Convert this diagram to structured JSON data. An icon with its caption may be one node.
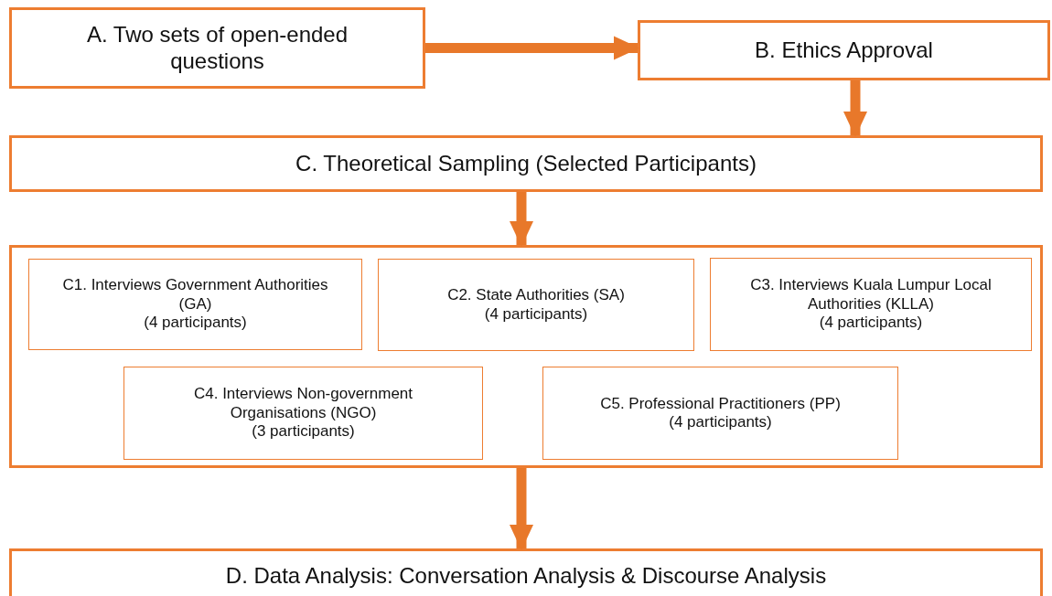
{
  "diagram": {
    "nodes": [
      {
        "text": [
          "A. Two sets of open-ended questions"
        ]
      },
      {
        "text": [
          "B. Ethics Approval"
        ]
      },
      {
        "text": [
          "C. Theoretical Sampling (Selected Participants)"
        ]
      },
      {
        "text": [],
        "shape": "box"
      },
      {
        "text": [
          "C1. Interviews Government Authorities (GA)",
          "(4 participants)"
        ],
        "in": 3
      },
      {
        "text": [
          "C2. State Authorities (SA)",
          "(4 participants)"
        ],
        "in": 3
      },
      {
        "text": [
          "C3. Interviews Kuala Lumpur Local Authorities (KLLA)",
          "(4 participants)"
        ],
        "in": 3
      },
      {
        "text": [
          "C4. Interviews Non-government Organisations (NGO)",
          "(3 participants)"
        ],
        "in": 3
      },
      {
        "text": [
          "C5. Professional Practitioners (PP)",
          "(4 participants)"
        ],
        "in": 3
      },
      {
        "text": [
          "D. Data Analysis: Conversation Analysis & Discourse Analysis"
        ]
      }
    ],
    "edges": [
      {
        "from": 0,
        "to": 1,
        "arrow": "to"
      },
      {
        "from": 1,
        "to": 2,
        "arrow": "to"
      },
      {
        "from": 2,
        "to": 3,
        "arrow": "to"
      },
      {
        "from": 3,
        "to": 9,
        "arrow": "to"
      }
    ]
  }
}
